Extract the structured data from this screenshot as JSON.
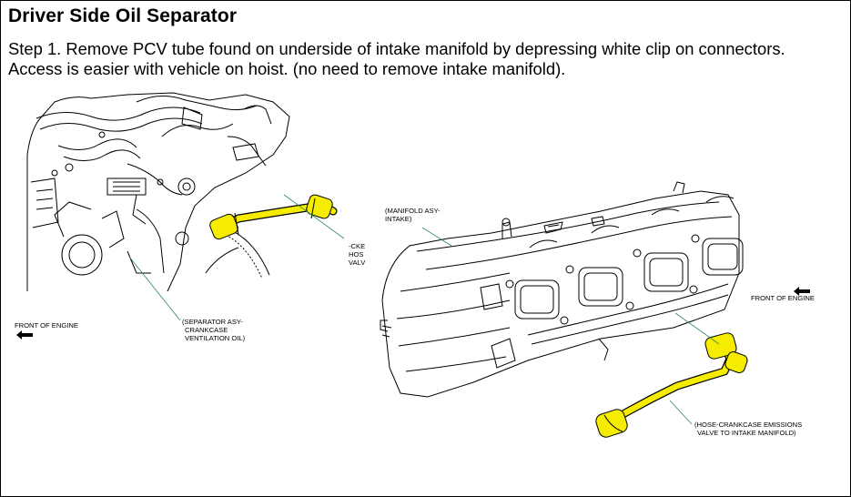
{
  "document": {
    "title": "Driver Side Oil Separator",
    "step_text": "Step 1. Remove PCV tube found on underside of intake manifold by depressing white clip on connectors.  Access is easier with vehicle on hoist. (no need to remove intake manifold).",
    "colors": {
      "highlight_hose": "#f5ec00",
      "line_art": "#000000",
      "leader_line": "#2e8b57"
    }
  },
  "left_illustration": {
    "front_of_engine": "FRONT OF ENGINE",
    "separator_label_line1": "(SEPARATOR ASY-",
    "separator_label_line2": "CRANKCASE",
    "separator_label_line3": "VENTILATION OIL)",
    "hose_label_line1": "-CKE",
    "hose_label_line2": "HOS",
    "hose_label_line3": "VALV"
  },
  "right_illustration": {
    "manifold_label_line1": "(MANIFOLD ASY-",
    "manifold_label_line2": "INTAKE)",
    "front_of_engine": "FRONT OF ENGINE",
    "hose_label_line1": "(HOSE-CRANKCASE EMISSIONS",
    "hose_label_line2": "VALVE TO INTAKE MANIFOLD)"
  }
}
